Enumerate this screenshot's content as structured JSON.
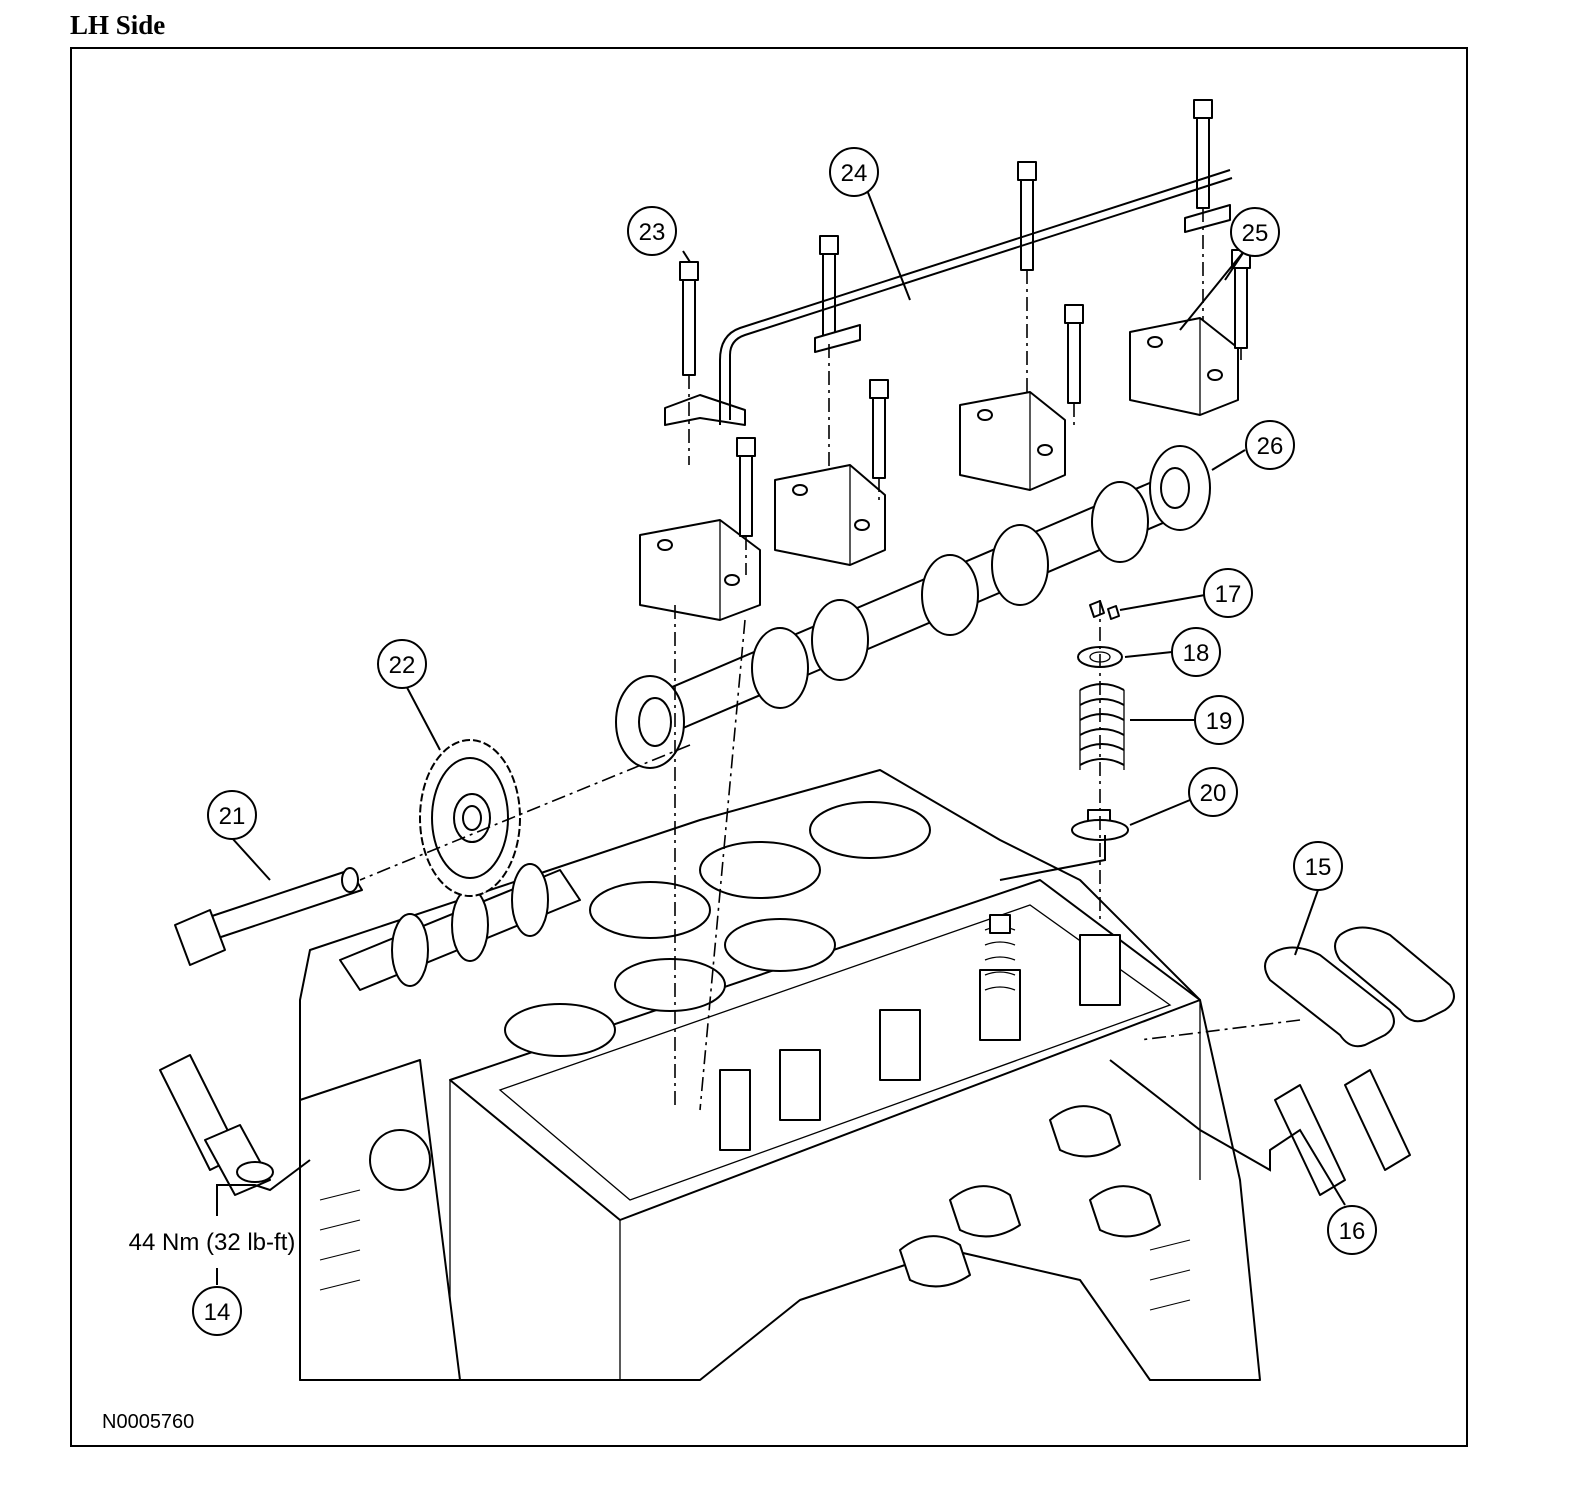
{
  "page": {
    "title": "LH Side"
  },
  "figure": {
    "id": "N0005760"
  },
  "callouts": [
    {
      "num": "14"
    },
    {
      "num": "15"
    },
    {
      "num": "16"
    },
    {
      "num": "17"
    },
    {
      "num": "18"
    },
    {
      "num": "19"
    },
    {
      "num": "20"
    },
    {
      "num": "21"
    },
    {
      "num": "22"
    },
    {
      "num": "23"
    },
    {
      "num": "24"
    },
    {
      "num": "25"
    },
    {
      "num": "26"
    }
  ],
  "torque_specs": [
    {
      "text": "44 Nm (32 lb-ft)"
    }
  ]
}
